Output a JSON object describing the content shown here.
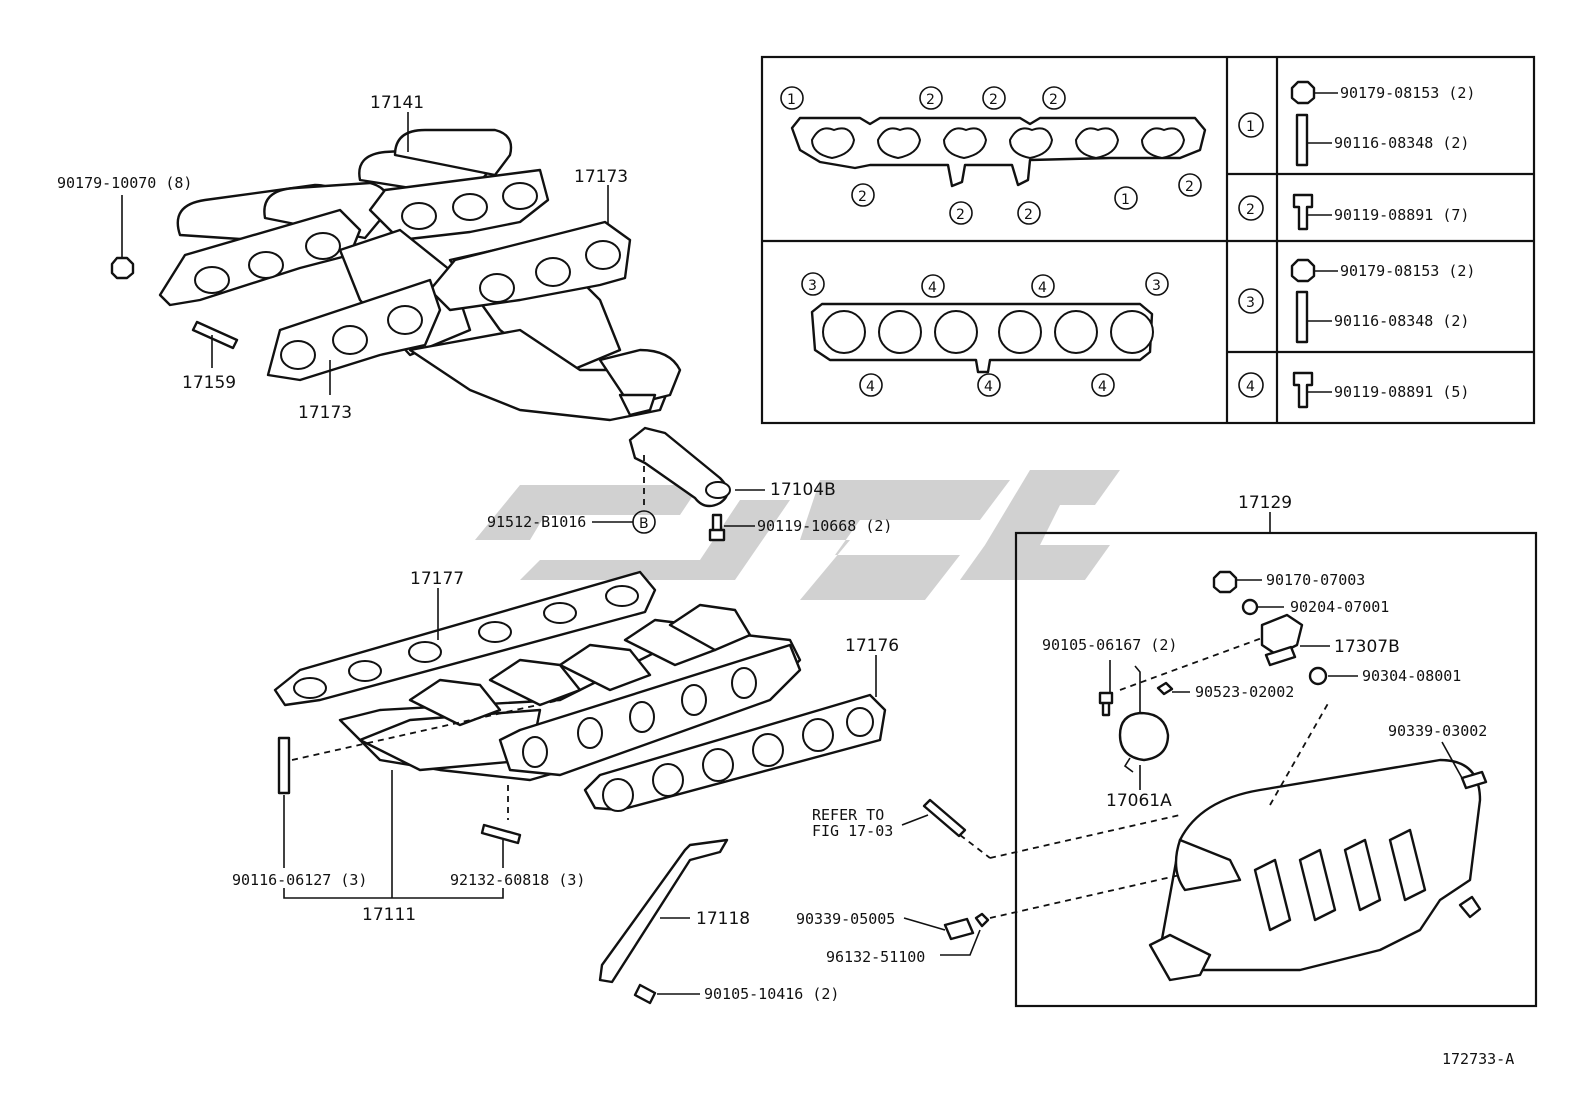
{
  "callouts": {
    "c17141": "17141",
    "c17173_top": "17173",
    "c17173_bottom": "17173",
    "c17159": "17159",
    "c90179_10070": "90179-10070 (8)",
    "c17104B": "17104B",
    "c91512": "91512-B1016",
    "cB": "B",
    "c90119_10668": "90119-10668 (2)",
    "c17177": "17177",
    "c17176": "17176",
    "c90116_06127": "90116-06127 (3)",
    "c92132": "92132-60818 (3)",
    "c17111": "17111",
    "c17118": "17118",
    "c90105_10416": "90105-10416 (2)",
    "c17129": "17129",
    "c90170": "90170-07003",
    "c90204": "90204-07001",
    "c17307B": "17307B",
    "c90105_06167": "90105-06167 (2)",
    "c90523": "90523-02002",
    "c90304": "90304-08001",
    "c90339_03002": "90339-03002",
    "c17061A": "17061A",
    "c_refer1": "REFER TO",
    "c_refer2": "FIG 17-03",
    "c90339_05005": "90339-05005",
    "c96132": "96132-51100",
    "c_figno": "172733-A"
  },
  "legend": {
    "rows": [
      {
        "marker": "1",
        "items": [
          "90179-08153 (2)",
          "90116-08348 (2)"
        ]
      },
      {
        "marker": "2",
        "items": [
          "90119-08891 (7)"
        ]
      },
      {
        "marker": "3",
        "items": [
          "90179-08153 (2)",
          "90116-08348 (2)"
        ]
      },
      {
        "marker": "4",
        "items": [
          "90119-08891 (5)"
        ]
      }
    ]
  },
  "gasket_markers": {
    "upper_top": [
      "1",
      "2",
      "2",
      "2"
    ],
    "upper_bottom": [
      "2",
      "2",
      "2",
      "1",
      "2"
    ],
    "lower_top": [
      "3",
      "4",
      "4",
      "3"
    ],
    "lower_bottom": [
      "4",
      "4",
      "4"
    ]
  }
}
